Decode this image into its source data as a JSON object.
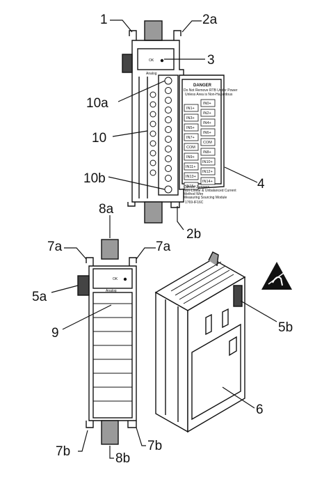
{
  "callouts": {
    "c1": "1",
    "c2a": "2a",
    "c3": "3",
    "c10a": "10a",
    "c10": "10",
    "c10b": "10b",
    "c2b": "2b",
    "c4": "4",
    "c8a": "8a",
    "c7a_left": "7a",
    "c7a_right": "7a",
    "c5a": "5a",
    "c9": "9",
    "c5b": "5b",
    "c6": "6",
    "c7b_left": "7b",
    "c8b": "8b",
    "c7b_right": "7b"
  },
  "top_module": {
    "ok_label": "OK",
    "analog_label": "Analog",
    "danger_title": "DANGER",
    "danger_lines": [
      "Do Not Remove RTB Under Power",
      "Unless Area is Non-Hazardous"
    ],
    "left_terminals": [
      "IN1+",
      "IN3+",
      "IN5+",
      "IN7+",
      "COM",
      "IN9+",
      "IN11+",
      "IN13+",
      "IN15+"
    ],
    "right_terminals": [
      "IN0+",
      "IN2+",
      "IN4+",
      "IN6+",
      "COM",
      "IN8+",
      "IN10+",
      "IN12+",
      "IN14+"
    ],
    "bottom_lines": [
      "Current Jumpers",
      "Non-Linear & Unbalanced Current",
      "Method Wire",
      "Measuring Sourcing Module"
    ],
    "part_number": "1769-IF16C"
  },
  "bottom_module": {
    "ok_label": "OK",
    "analog_label": "Analog"
  }
}
